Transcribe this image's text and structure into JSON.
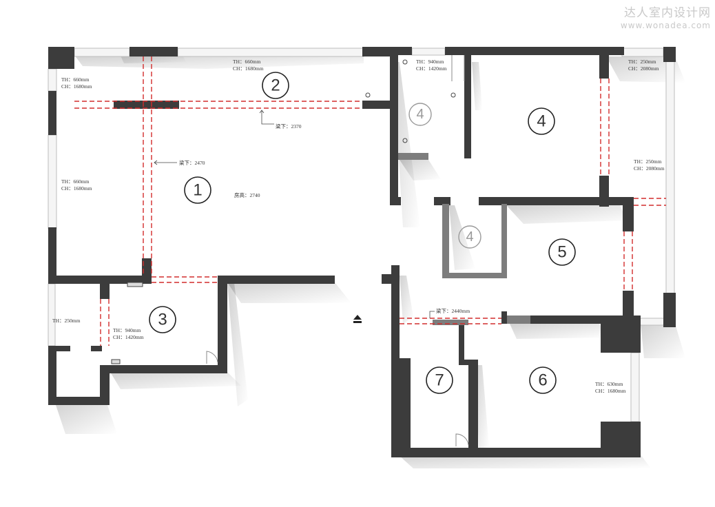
{
  "watermark": {
    "chinese": "达人室内设计网",
    "url": "www.wonadea.com"
  },
  "colors": {
    "wall": "#3c3c3c",
    "wall_light": "#7a7a7a",
    "beam": "#d22b2b",
    "window": "#f7f7f7"
  },
  "rooms": [
    {
      "label": "1"
    },
    {
      "label": "2"
    },
    {
      "label": "3"
    },
    {
      "label": "4"
    },
    {
      "label": "4"
    },
    {
      "label": "4"
    },
    {
      "label": "5"
    },
    {
      "label": "6"
    },
    {
      "label": "7"
    }
  ],
  "notes": {
    "n2_th": "TH：660mm",
    "n2_ch": "CH：1680mm",
    "nl_th": "TH：660mm",
    "nl_ch": "CH：1680mm",
    "nw_th": "TH：660mm",
    "nw_ch": "CH：1680mm",
    "nk_th": "TH：940mm",
    "nk_ch": "CH：1420mm",
    "nr_th": "TH：250mm",
    "nr_ch": "CH：2080mm",
    "nr2_th": "TH：250mm",
    "nr2_ch": "CH：2080mm",
    "n3_th": "TH：940mm",
    "n3_ch": "CH：1420mm",
    "nb_th": "TH：250mm",
    "n6_th": "TH：630mm",
    "n6_ch": "CH：1680mm",
    "beam1": "梁下：2470",
    "beam2": "梁下：2370",
    "beam3": "梁下：2440mm",
    "ceiling": "房高：2740"
  },
  "entrance_icon": "entrance-arrow-icon"
}
